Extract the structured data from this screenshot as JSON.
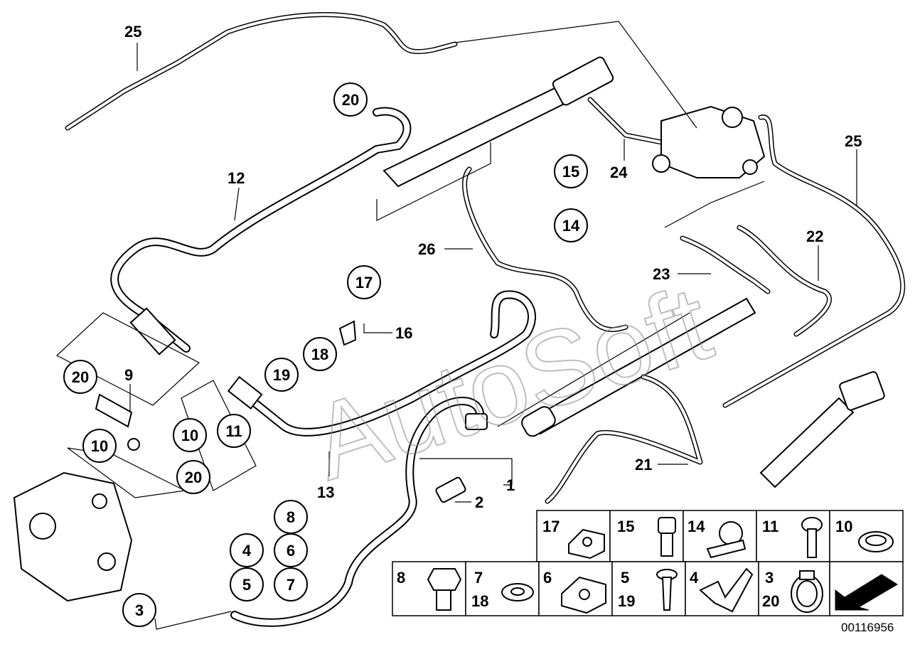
{
  "watermark": "AutoSoft",
  "diagram_code": "00116956",
  "callouts_plain": [
    {
      "id": "c25a",
      "text": "25"
    },
    {
      "id": "c12",
      "text": "12"
    },
    {
      "id": "c24",
      "text": "24"
    },
    {
      "id": "c25b",
      "text": "25"
    },
    {
      "id": "c22",
      "text": "22"
    },
    {
      "id": "c26",
      "text": "26"
    },
    {
      "id": "c23",
      "text": "23"
    },
    {
      "id": "c16",
      "text": "16"
    },
    {
      "id": "c9",
      "text": "9"
    },
    {
      "id": "c13",
      "text": "13"
    },
    {
      "id": "c1",
      "text": "1"
    },
    {
      "id": "c2",
      "text": "2"
    },
    {
      "id": "c21",
      "text": "21"
    }
  ],
  "callouts_circled": [
    {
      "id": "k20a",
      "text": "20"
    },
    {
      "id": "k15",
      "text": "15"
    },
    {
      "id": "k14",
      "text": "14"
    },
    {
      "id": "k17",
      "text": "17"
    },
    {
      "id": "k18",
      "text": "18"
    },
    {
      "id": "k19",
      "text": "19"
    },
    {
      "id": "k20b",
      "text": "20"
    },
    {
      "id": "k10a",
      "text": "10"
    },
    {
      "id": "k10b",
      "text": "10"
    },
    {
      "id": "k11",
      "text": "11"
    },
    {
      "id": "k20c",
      "text": "20"
    },
    {
      "id": "k8",
      "text": "8"
    },
    {
      "id": "k4",
      "text": "4"
    },
    {
      "id": "k6",
      "text": "6"
    },
    {
      "id": "k5",
      "text": "5"
    },
    {
      "id": "k7",
      "text": "7"
    },
    {
      "id": "k3",
      "text": "3"
    }
  ],
  "legend_top": [
    {
      "label": "17",
      "icon": "clip-icon"
    },
    {
      "label": "15",
      "icon": "socket-screw-icon"
    },
    {
      "label": "14",
      "icon": "bracket-clamp-icon"
    },
    {
      "label": "11",
      "icon": "bolt-icon"
    },
    {
      "label": "10",
      "icon": "seal-ring-icon"
    }
  ],
  "legend_bottom": [
    {
      "label": "8",
      "label2": "",
      "icon": "hex-bolt-icon"
    },
    {
      "label": "7",
      "label2": "18",
      "icon": "washer-icon"
    },
    {
      "label": "6",
      "label2": "",
      "icon": "double-clip-icon"
    },
    {
      "label": "5",
      "label2": "19",
      "icon": "torx-screw-icon"
    },
    {
      "label": "4",
      "label2": "",
      "icon": "holder-icon"
    },
    {
      "label": "3",
      "label2": "20",
      "icon": "hose-clamp-icon"
    },
    {
      "label": "",
      "label2": "",
      "icon": "arrow-icon"
    }
  ]
}
